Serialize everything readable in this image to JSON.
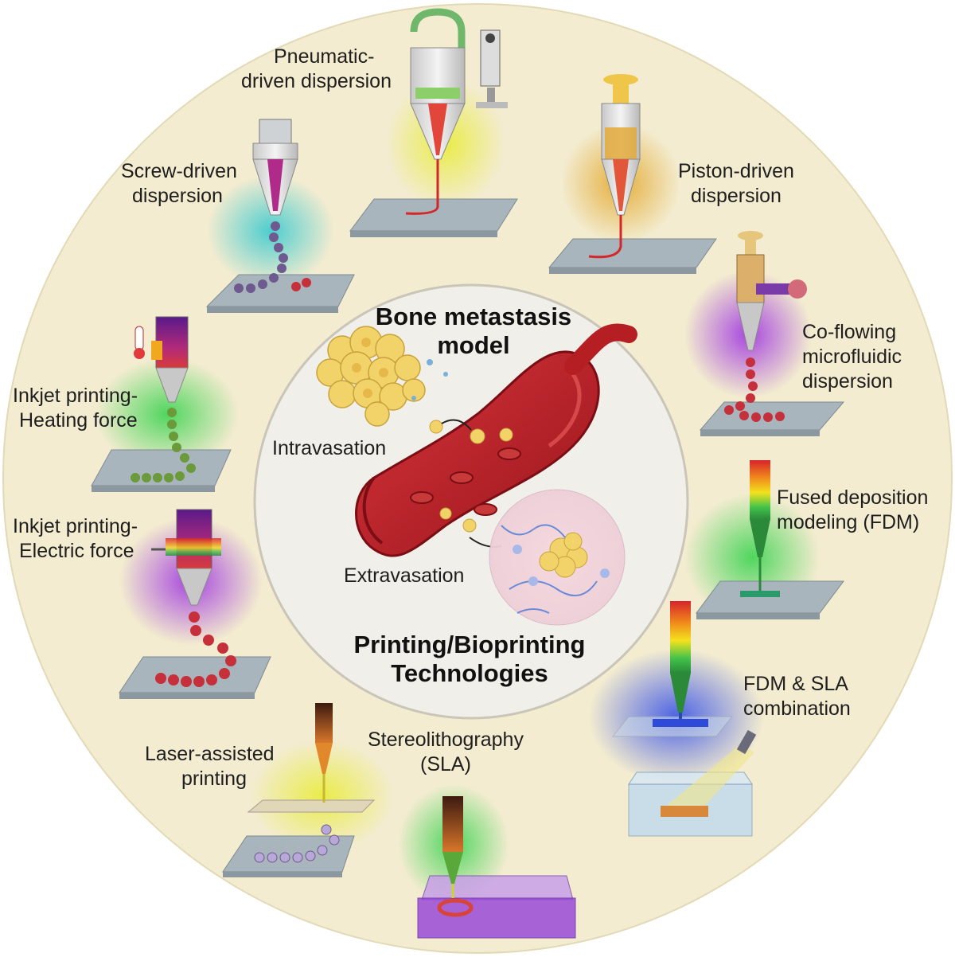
{
  "center": {
    "title_top": [
      "Bone metastasis",
      "model"
    ],
    "title_bottom": [
      "Printing/Bioprinting",
      "Technologies"
    ],
    "intravasation": "Intravasation",
    "extravasation": "Extravasation"
  },
  "methods": [
    {
      "id": "pneumatic",
      "lines": [
        "Pneumatic-",
        "driven dispersion"
      ]
    },
    {
      "id": "piston",
      "lines": [
        "Piston-driven",
        "dispersion"
      ]
    },
    {
      "id": "screw",
      "lines": [
        "Screw-driven",
        "dispersion"
      ]
    },
    {
      "id": "coflowing",
      "lines": [
        "Co-flowing",
        "microfluidic",
        "dispersion"
      ]
    },
    {
      "id": "inkjet-heat",
      "lines": [
        "Inkjet printing-",
        "Heating force"
      ]
    },
    {
      "id": "inkjet-electric",
      "lines": [
        "Inkjet printing-",
        "Electric force"
      ]
    },
    {
      "id": "fdm",
      "lines": [
        "Fused deposition",
        "modeling (FDM)"
      ]
    },
    {
      "id": "fdm-sla",
      "lines": [
        "FDM & SLA",
        "combination"
      ]
    },
    {
      "id": "laser",
      "lines": [
        "Laser-assisted",
        "printing"
      ]
    },
    {
      "id": "sla",
      "lines": [
        "Stereolithography",
        "(SLA)"
      ]
    }
  ],
  "colors": {
    "background_disc": "#f3ecd0",
    "center_disc": "#f1efe9",
    "vessel": "#b51e22",
    "bead_red": "#c6303a",
    "bead_purple": "#6e5a8f",
    "bead_green": "#6a9a3a",
    "platform": "#aab6bd"
  }
}
